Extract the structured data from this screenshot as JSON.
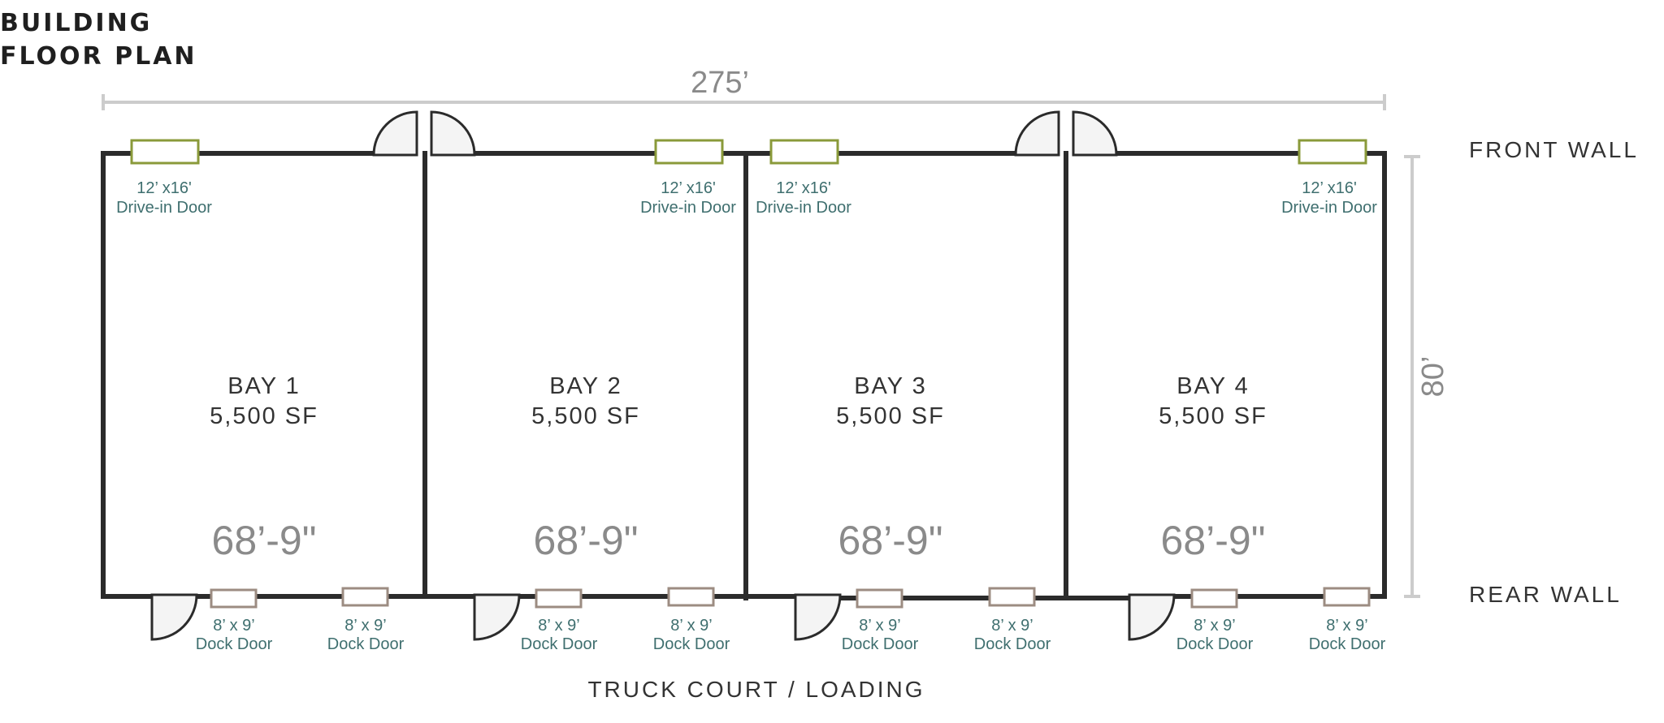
{
  "title": {
    "line1": "BUILDING",
    "line2": "FLOOR PLAN"
  },
  "overall_width": "275’",
  "overall_depth": "80’",
  "front_wall_label": "FRONT WALL",
  "rear_wall_label": "REAR WALL",
  "truck_court_label": "TRUCK COURT / LOADING",
  "bays": [
    {
      "name": "BAY 1",
      "area": "5,500 SF",
      "width": "68’-9\""
    },
    {
      "name": "BAY 2",
      "area": "5,500 SF",
      "width": "68’-9\""
    },
    {
      "name": "BAY 3",
      "area": "5,500 SF",
      "width": "68’-9\""
    },
    {
      "name": "BAY 4",
      "area": "5,500 SF",
      "width": "68’-9\""
    }
  ],
  "drive_in_doors": [
    {
      "size": "12’ x16'",
      "label": "Drive-in Door"
    },
    {
      "size": "12’ x16'",
      "label": "Drive-in Door"
    },
    {
      "size": "12’ x16'",
      "label": "Drive-in Door"
    },
    {
      "size": "12’ x16'",
      "label": "Drive-in Door"
    }
  ],
  "dock_doors": [
    {
      "size": "8’ x 9’",
      "label": "Dock Door"
    },
    {
      "size": "8’ x 9’",
      "label": "Dock Door"
    },
    {
      "size": "8’ x 9’",
      "label": "Dock Door"
    },
    {
      "size": "8’ x 9’",
      "label": "Dock Door"
    },
    {
      "size": "8’ x 9’",
      "label": "Dock Door"
    },
    {
      "size": "8’ x 9’",
      "label": "Dock Door"
    },
    {
      "size": "8’ x 9’",
      "label": "Dock Door"
    },
    {
      "size": "8’ x 9’",
      "label": "Dock Door"
    }
  ],
  "colors": {
    "wall": "#2b2b2b",
    "dimension_line": "#cccccc",
    "drive_in_door": "#8a9a3a",
    "dock_door": "#9c8c82",
    "door_text": "#3f6f6f"
  }
}
